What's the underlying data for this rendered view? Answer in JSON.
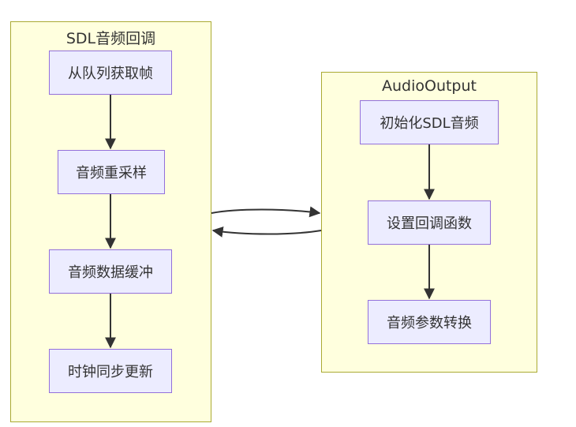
{
  "clusters": {
    "sdl_callback": {
      "title": "SDL音频回调",
      "nodes": [
        "从队列获取帧",
        "音频重采样",
        "音频数据缓冲",
        "时钟同步更新"
      ]
    },
    "audio_output": {
      "title": "AudioOutput",
      "nodes": [
        "初始化SDL音频",
        "设置回调函数",
        "音频参数转换"
      ]
    }
  },
  "colors": {
    "cluster_fill": "#ffffde",
    "cluster_border": "#aaaa33",
    "node_fill": "#ececff",
    "node_border": "#9370db",
    "edge": "#333333"
  }
}
